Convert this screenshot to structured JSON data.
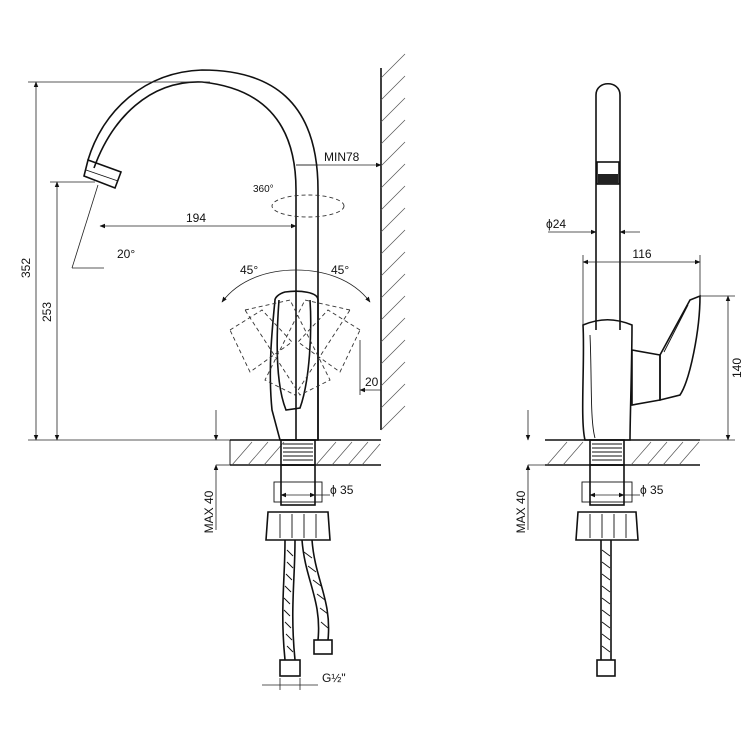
{
  "front_view": {
    "height_total": "352",
    "height_spout": "253",
    "reach": "194",
    "min_wall": "MIN78",
    "rotation": "360°",
    "spout_angle": "20°",
    "handle_left_angle": "45°",
    "handle_right_angle": "45°",
    "wall_gap": "20",
    "max_thickness": "MAX 40",
    "thread_diameter": "ϕ 35",
    "connection": "G½\""
  },
  "side_view": {
    "tube_diameter": "ϕ24",
    "depth": "116",
    "handle_height": "140",
    "max_thickness": "MAX 40",
    "thread_diameter": "ϕ 35"
  }
}
